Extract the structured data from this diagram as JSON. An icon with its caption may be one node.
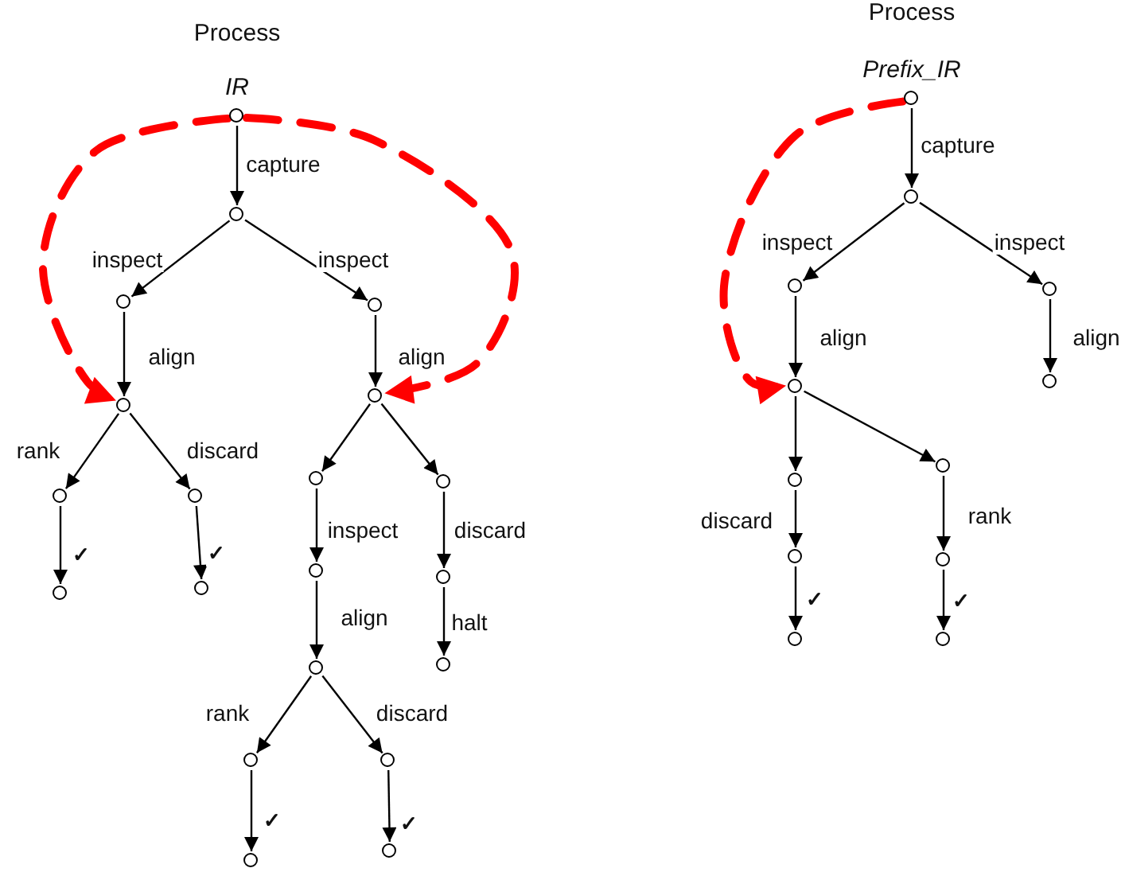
{
  "diagram": {
    "nodes": [
      {
        "text": [],
        "shape": "circle",
        "beside": [
          "Process",
          "IR"
        ]
      },
      {
        "text": [],
        "shape": "circle"
      },
      {
        "text": [],
        "shape": "circle"
      },
      {
        "text": [],
        "shape": "circle"
      },
      {
        "text": [],
        "shape": "circle"
      },
      {
        "text": [],
        "shape": "circle"
      },
      {
        "text": [],
        "shape": "circle"
      },
      {
        "text": [],
        "shape": "circle"
      },
      {
        "text": [],
        "shape": "circle"
      },
      {
        "text": [],
        "shape": "circle"
      },
      {
        "text": [],
        "shape": "circle"
      },
      {
        "text": [],
        "shape": "circle"
      },
      {
        "text": [],
        "shape": "circle"
      },
      {
        "text": [],
        "shape": "circle"
      },
      {
        "text": [],
        "shape": "circle"
      },
      {
        "text": [],
        "shape": "circle"
      },
      {
        "text": [],
        "shape": "circle"
      },
      {
        "text": [],
        "shape": "circle"
      },
      {
        "text": [],
        "shape": "circle"
      },
      {
        "text": [],
        "shape": "circle"
      },
      {
        "text": [],
        "shape": "circle",
        "beside": [
          "Process",
          "Prefix_IR"
        ]
      },
      {
        "text": [],
        "shape": "circle"
      },
      {
        "text": [],
        "shape": "circle"
      },
      {
        "text": [],
        "shape": "circle"
      },
      {
        "text": [],
        "shape": "circle"
      },
      {
        "text": [],
        "shape": "circle"
      },
      {
        "text": [],
        "shape": "circle"
      },
      {
        "text": [],
        "shape": "circle"
      },
      {
        "text": [],
        "shape": "circle"
      },
      {
        "text": [],
        "shape": "circle"
      },
      {
        "text": [],
        "shape": "circle"
      },
      {
        "text": [],
        "shape": "circle"
      }
    ],
    "edges": [
      {
        "from": 0,
        "to": 1,
        "arrow": "to",
        "label": "capture"
      },
      {
        "from": 1,
        "to": 2,
        "arrow": "to",
        "label": "inspect"
      },
      {
        "from": 1,
        "to": 3,
        "arrow": "to",
        "label": "inspect"
      },
      {
        "from": 2,
        "to": 4,
        "arrow": "to",
        "label": "align"
      },
      {
        "from": 3,
        "to": 5,
        "arrow": "to",
        "label": "align"
      },
      {
        "from": 4,
        "to": 6,
        "arrow": "to",
        "label": "rank"
      },
      {
        "from": 4,
        "to": 7,
        "arrow": "to",
        "label": "discard"
      },
      {
        "from": 6,
        "to": 8,
        "arrow": "to",
        "label": "✓"
      },
      {
        "from": 7,
        "to": 9,
        "arrow": "to",
        "label": "✓"
      },
      {
        "from": 5,
        "to": 10,
        "arrow": "to"
      },
      {
        "from": 5,
        "to": 11,
        "arrow": "to"
      },
      {
        "from": 10,
        "to": 12,
        "arrow": "to",
        "label": "inspect"
      },
      {
        "from": 11,
        "to": 13,
        "arrow": "to",
        "label": "discard"
      },
      {
        "from": 12,
        "to": 14,
        "arrow": "to",
        "label": "align"
      },
      {
        "from": 13,
        "to": 15,
        "arrow": "to",
        "label": "halt"
      },
      {
        "from": 14,
        "to": 16,
        "arrow": "to",
        "label": "rank"
      },
      {
        "from": 14,
        "to": 17,
        "arrow": "to",
        "label": "discard"
      },
      {
        "from": 16,
        "to": 18,
        "arrow": "to",
        "label": "✓"
      },
      {
        "from": 17,
        "to": 19,
        "arrow": "to",
        "label": "✓"
      },
      {
        "from": 0,
        "to": 4,
        "arrow": "to",
        "style": "dashed",
        "color": "#ff0000"
      },
      {
        "from": 0,
        "to": 5,
        "arrow": "to",
        "style": "dashed",
        "color": "#ff0000"
      },
      {
        "from": 20,
        "to": 21,
        "arrow": "to",
        "label": "capture"
      },
      {
        "from": 21,
        "to": 22,
        "arrow": "to",
        "label": "inspect"
      },
      {
        "from": 21,
        "to": 23,
        "arrow": "to",
        "label": "inspect"
      },
      {
        "from": 22,
        "to": 24,
        "arrow": "to",
        "label": "align"
      },
      {
        "from": 23,
        "to": 25,
        "arrow": "to",
        "label": "align"
      },
      {
        "from": 24,
        "to": 26,
        "arrow": "to"
      },
      {
        "from": 24,
        "to": 27,
        "arrow": "to"
      },
      {
        "from": 26,
        "to": 28,
        "arrow": "to",
        "label": "discard"
      },
      {
        "from": 27,
        "to": 29,
        "arrow": "to",
        "label": "rank"
      },
      {
        "from": 28,
        "to": 30,
        "arrow": "to",
        "label": "✓"
      },
      {
        "from": 29,
        "to": 31,
        "arrow": "to",
        "label": "✓"
      },
      {
        "from": 20,
        "to": 24,
        "arrow": "to",
        "style": "dashed",
        "color": "#ff0000"
      }
    ]
  }
}
